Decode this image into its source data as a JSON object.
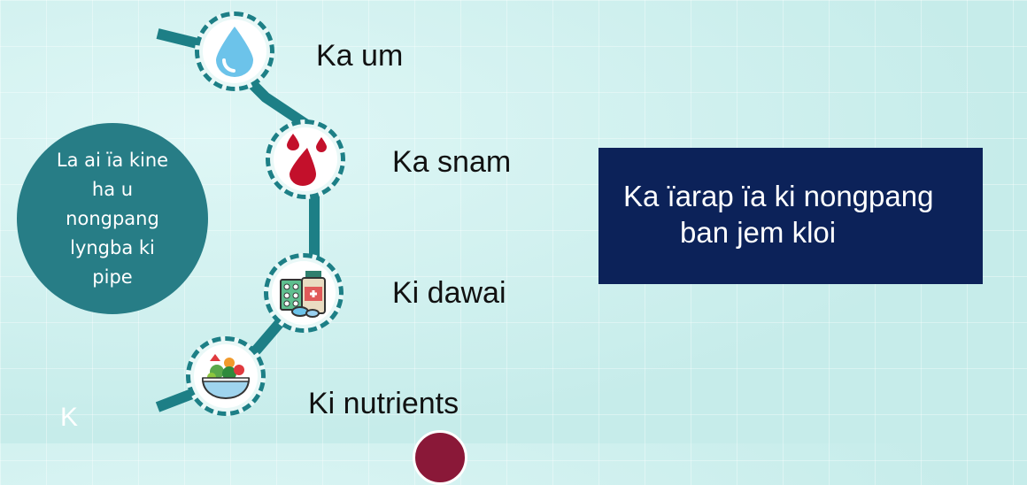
{
  "hub": {
    "text": "La ai ïa kine ha u nongpang lyngba ki pipe"
  },
  "items": [
    {
      "label": "Ka um",
      "icon": "water-drop-icon"
    },
    {
      "label": "Ka snam",
      "icon": "blood-drops-icon"
    },
    {
      "label": "Ki dawai",
      "icon": "medicine-icon"
    },
    {
      "label": "Ki nutrients",
      "icon": "salad-bowl-icon"
    }
  ],
  "callout": {
    "line1": "Ka ïarap ïa ki nongpang",
    "line2": "ban jem kloi"
  },
  "corner_text": "K",
  "colors": {
    "accent": "#1d7f86",
    "hub": "#277d86",
    "callout": "#0c2259",
    "background": "#cdf0ee"
  }
}
